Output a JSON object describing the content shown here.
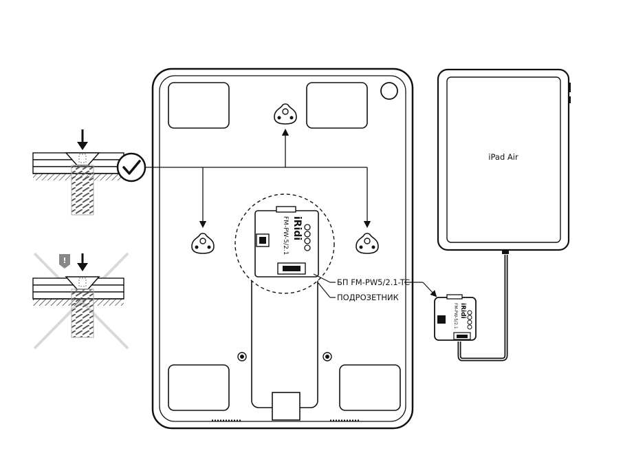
{
  "labels": {
    "ipad": "iPad Air",
    "power_supply": "БП FM-PW5/2.1-TC",
    "backbox": "ПОДРОЗЕТНИК",
    "module_brand": "iRidi",
    "module_model": "FM-PW-5/2.1",
    "module_small_model": "FM-PW-5/2.1",
    "warning_mark": "!"
  },
  "colors": {
    "line": "#111111",
    "check": "#111111",
    "cross": "#d9d9d9",
    "background": "#ffffff"
  },
  "icons": {
    "check": "check-circle-icon",
    "cross": "cross-icon",
    "arrow": "down-arrow-icon"
  }
}
